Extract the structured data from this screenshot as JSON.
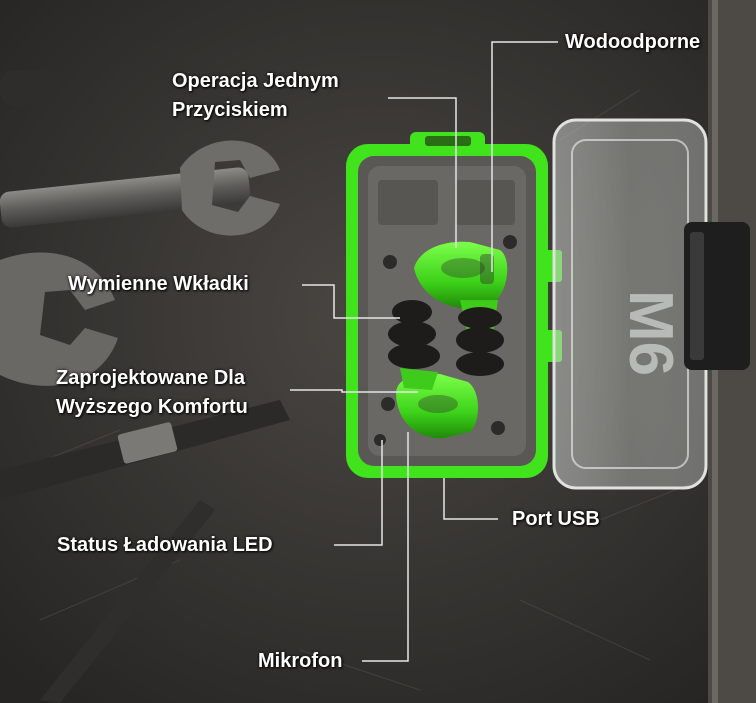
{
  "labels": {
    "waterproof": "Wodoodporne",
    "one_button_line1": "Operacja Jednym",
    "one_button_line2": "Przyciskiem",
    "tips": "Wymienne Wkładki",
    "comfort_line1": "Zaprojektowane Dla",
    "comfort_line2": "Wyższego Komfortu",
    "usb": "Port USB",
    "led": "Status Ładowania LED",
    "mic": "Mikrofon"
  },
  "case_brand": "M6",
  "colors": {
    "accent_green": "#41e31d",
    "background": "#3a3835",
    "label_text": "#ffffff"
  }
}
